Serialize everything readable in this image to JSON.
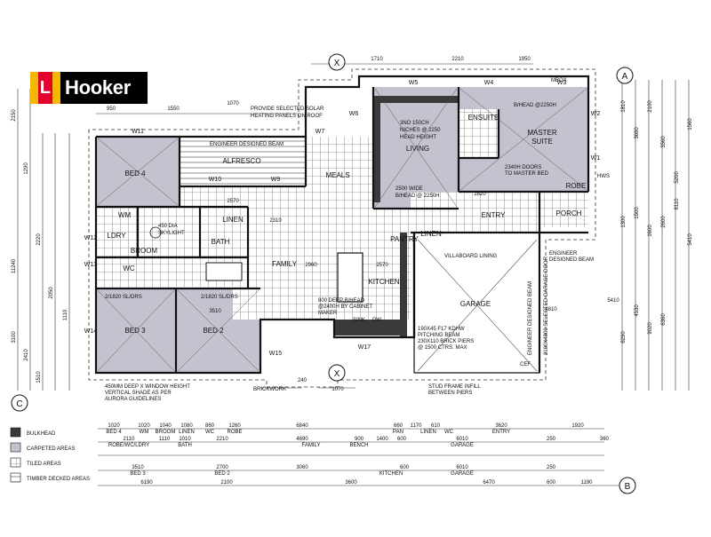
{
  "brand": {
    "logo_letter": "L",
    "logo_text": "Hooker",
    "colors": {
      "black": "#000000",
      "red": "#e4002b",
      "yellow": "#f5b800"
    }
  },
  "grid_markers": {
    "x_top": "X",
    "a": "A",
    "c": "C",
    "x_bottom": "X",
    "b": "B"
  },
  "rooms": {
    "bed4": "BED 4",
    "alfresco": "ALFRESCO",
    "meals": "MEALS",
    "living": "LIVING",
    "master_suite_1": "MASTER",
    "master_suite_2": "SUITE",
    "ensuite": "ENSUITE",
    "robe": "ROBE",
    "wc": "WC",
    "ldry": "LDRY",
    "wm": "WM",
    "broom": "BROOM",
    "linen": "LINEN",
    "bath": "BATH",
    "family": "FAMILY",
    "kitchen": "KITCHEN",
    "bed3": "BED 3",
    "bed2": "BED 2",
    "garage": "GARAGE",
    "entry": "ENTRY",
    "porch": "PORCH",
    "pantry": "PANTRY",
    "sink": "SINK",
    "dw": "DW",
    "linen2": "LINEN"
  },
  "windows": {
    "w1": "W11",
    "w5": "W5",
    "w4": "W4",
    "w3": "W3",
    "w6": "W6",
    "w7": "W7",
    "w9": "W9",
    "w10": "W10",
    "w12": "W12",
    "w13": "W13",
    "w14": "W14",
    "w15": "W15",
    "w17": "W17",
    "w2": "W2",
    "w1b": "W1"
  },
  "notes": {
    "solar": "PROVIDE SELECTED SOLAR",
    "solar2": "HEATING PANELS ON ROOF",
    "eng_beam": "ENGINEER DESIGNED BEAM",
    "niches1": "3NO 150CH",
    "niches2": "NICHES @ 2250",
    "niches3": "HEAD HEIGHT",
    "bifold": "2500 WIDE",
    "bifold2": "B/HEAD @ 2250H",
    "bhead": "B/HEAD @2250H",
    "doors1": "2340H DOORS",
    "doors2": "TO MASTER BED",
    "skylight1": "450 DIA",
    "skylight2": "SKYLIGHT",
    "sldrs1": "2/1820 SL/DRS",
    "sldrs2": "2/1820 SL/DRS",
    "deep1": "800 DEEP B/HEAD",
    "deep2": "@2400H BY CABINET",
    "deep3": "MAKER",
    "villaboard": "VILLABOARD LINING",
    "eng_beam2": "ENGINEER",
    "eng_beam3": "DESIGNED BEAM",
    "pitch1": "190X45 F17 KDHW",
    "pitch2": "PITCHING BEAM",
    "pitch3": "230X110 BRICK PIERS",
    "pitch4": "@ 1500 CTRS. MAX",
    "stud1": "STUD FRAME INFILL",
    "stud2": "BETWEEN PIERS",
    "shade1": "450MM DEEP X WINDOW HEIGHT",
    "shade2": "VERTICAL SHADE AS PER",
    "shade3": "AURORA GUIDELINES",
    "brickwork": "BRICKWORK",
    "gar_beam": "ENGINEER DESIGNED BEAM",
    "gar_beam2": "2100X4800 SELECTED GARAGE DOOR",
    "mbox": "MBOX",
    "hws": "HWS",
    "cef": "CEF"
  },
  "dimensions": {
    "top": [
      "950",
      "1550",
      "1070",
      "1710",
      "2210",
      "1950"
    ],
    "left": [
      "2150",
      "1290",
      "2220",
      "2050",
      "1110",
      "3100",
      "2410",
      "1510",
      "11240"
    ],
    "right": [
      "1810",
      "3690",
      "2100",
      "3560",
      "5200",
      "1560",
      "1300",
      "1500",
      "1600",
      "2600",
      "8110",
      "5410",
      "6290",
      "4530",
      "9020",
      "6360"
    ],
    "misc": [
      "3510",
      "2570",
      "2310",
      "2820",
      "5410",
      "4810",
      "240",
      "1070",
      "2960",
      "2570"
    ],
    "bottom_row1": [
      "1020",
      "1020",
      "1040",
      "1080",
      "860",
      "1260",
      "6840",
      "660",
      "1170",
      "610",
      "3620",
      "1920"
    ],
    "bottom_row1_labels": [
      "BED 4",
      "WM",
      "BROOM",
      "LINEN",
      "WC",
      "ROBE",
      "PAN",
      "LINEN",
      "WC",
      "ENTRY"
    ],
    "bottom_row2": [
      "2110",
      "1110",
      "1010",
      "2210",
      "4690",
      "900",
      "1400",
      "600",
      "6010",
      "250",
      "360"
    ],
    "bottom_row2_labels": [
      "ROBE/WC/LDRY",
      "BATH",
      "FAMILY",
      "BENCH",
      "GARAGE"
    ],
    "bottom_row3": [
      "3510",
      "2700",
      "3060",
      "600",
      "6010",
      "250"
    ],
    "bottom_row3_labels": [
      "BED 3",
      "BED 2",
      "KITCHEN",
      "GARAGE"
    ],
    "bottom_row4": [
      "6190",
      "2100",
      "3600",
      "6470",
      "600",
      "1190"
    ]
  },
  "legend": [
    {
      "label": "BULKHEAD",
      "kind": "dark"
    },
    {
      "label": "CARPETED AREAS",
      "kind": "carpet"
    },
    {
      "label": "TILED AREAS",
      "kind": "tile"
    },
    {
      "label": "TIMBER DECKED AREAS",
      "kind": "deck"
    }
  ]
}
